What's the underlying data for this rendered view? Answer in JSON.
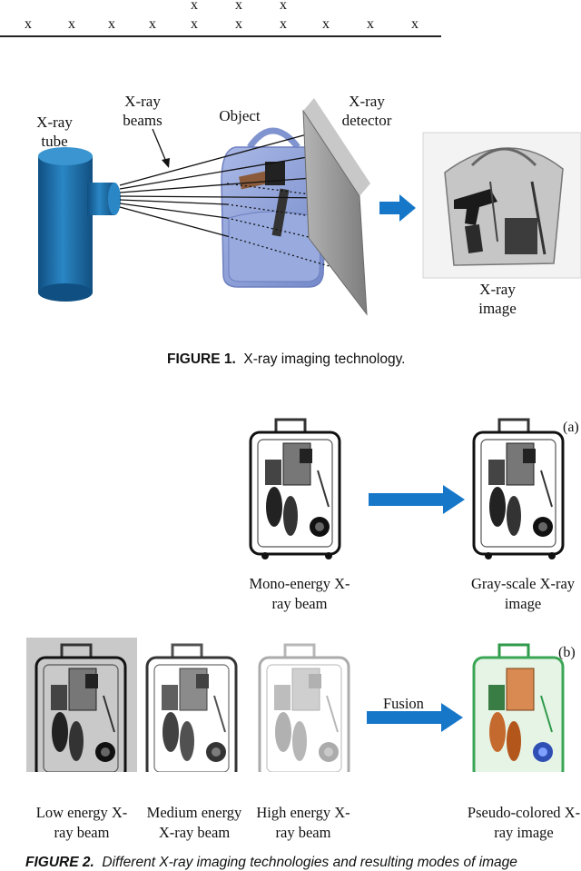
{
  "table_fragment": {
    "top_row_marks": [
      "x",
      "x",
      "x"
    ],
    "bottom_row_marks": [
      "x",
      "x",
      "x",
      "x",
      "x",
      "x",
      "x",
      "x",
      "x",
      "x"
    ]
  },
  "figure1": {
    "labels": {
      "xray_tube": "X-ray tube",
      "xray_beams": "X-ray beams",
      "object": "Object",
      "xray_detector": "X-ray detector",
      "xray_image": "X-ray image"
    },
    "caption_label": "FIGURE 1.",
    "caption_text": "X-ray imaging technology."
  },
  "figure2": {
    "panel_a_tag": "(a)",
    "panel_b_tag": "(b)",
    "labels": {
      "mono_energy": "Mono-energy X-ray beam",
      "gray_scale": "Gray-scale X-ray image",
      "low_energy": "Low energy X-ray beam",
      "medium_energy": "Medium energy X-ray beam",
      "high_energy": "High energy X-ray beam",
      "pseudo_colored": "Pseudo-colored X-ray image",
      "fusion": "Fusion"
    },
    "caption_label": "FIGURE 2.",
    "caption_text": "Different X-ray imaging technologies and resulting modes of image"
  },
  "colors": {
    "tube_blue": "#1b6fa8",
    "arrow_blue": "#1677c9",
    "bag_blue": "#8aa0d8",
    "detector_gray": "#9a9a9a"
  }
}
